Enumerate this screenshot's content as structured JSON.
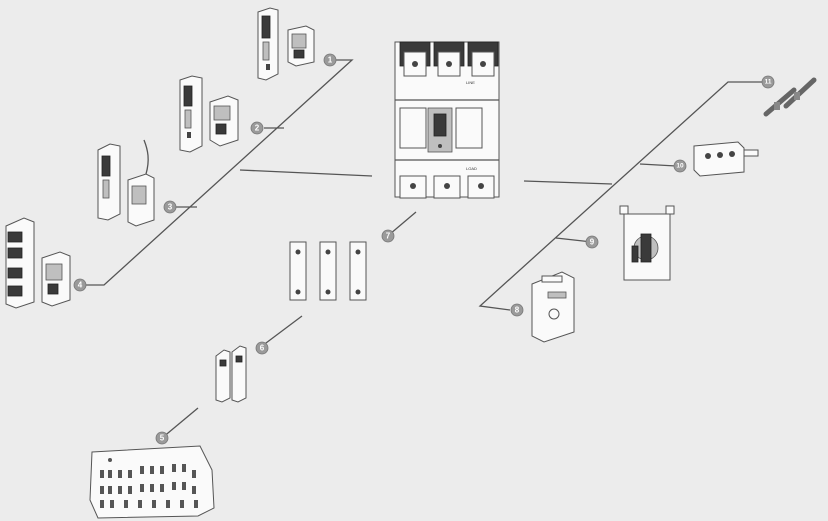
{
  "diagram": {
    "callouts": [
      {
        "id": "c1",
        "label": "1"
      },
      {
        "id": "c2",
        "label": "2"
      },
      {
        "id": "c3",
        "label": "3"
      },
      {
        "id": "c4",
        "label": "4"
      },
      {
        "id": "c5",
        "label": "5"
      },
      {
        "id": "c6",
        "label": "6"
      },
      {
        "id": "c7",
        "label": "7"
      },
      {
        "id": "c8",
        "label": "8"
      },
      {
        "id": "c9",
        "label": "9"
      },
      {
        "id": "c10",
        "label": "10"
      },
      {
        "id": "c11",
        "label": "11"
      }
    ],
    "breaker_labels": {
      "top": "LINE",
      "bottom": "LOAD"
    },
    "colors": {
      "background": "#ececec",
      "line": "#555555",
      "callout": "#9a9a9a"
    }
  }
}
